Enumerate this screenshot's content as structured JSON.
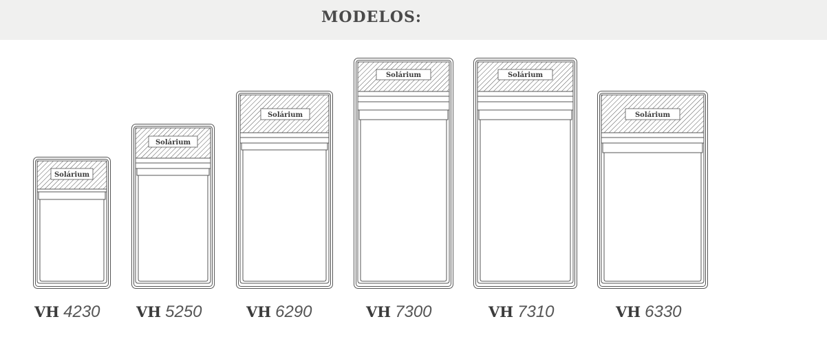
{
  "header": {
    "title": "MODELOS:"
  },
  "models": [
    {
      "brand": "VH",
      "code": "4230",
      "zone_label": "Solárium"
    },
    {
      "brand": "VH",
      "code": "5250",
      "zone_label": "Solárium"
    },
    {
      "brand": "VH",
      "code": "6290",
      "zone_label": "Solárium"
    },
    {
      "brand": "VH",
      "code": "7300",
      "zone_label": "Solárium"
    },
    {
      "brand": "VH",
      "code": "7310",
      "zone_label": "Solárium"
    },
    {
      "brand": "VH",
      "code": "6330",
      "zone_label": "Solárium"
    }
  ]
}
